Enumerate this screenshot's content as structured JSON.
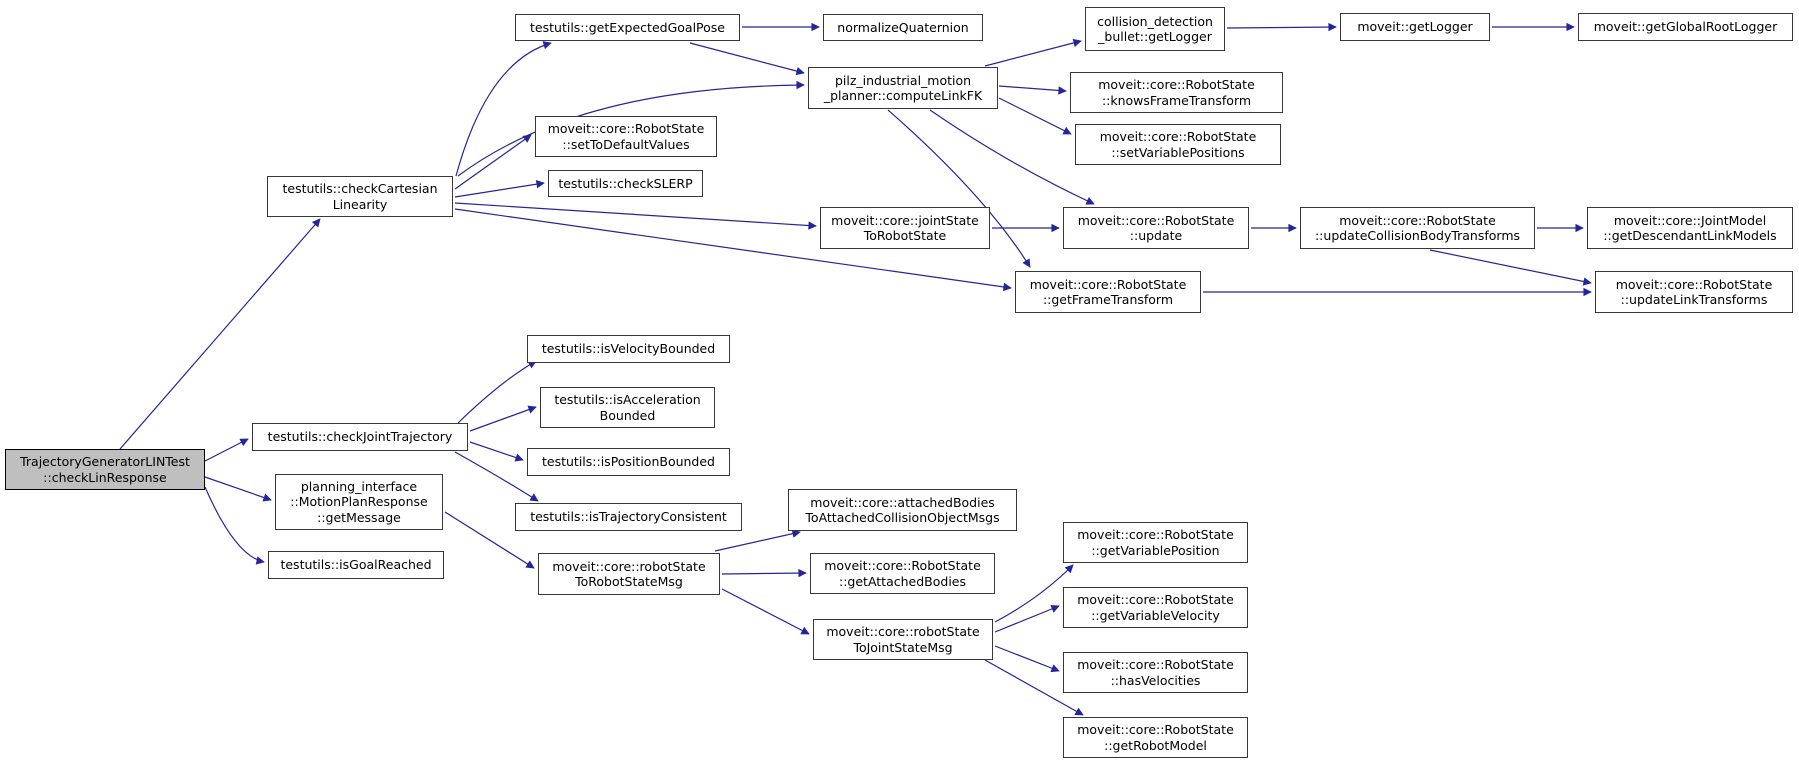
{
  "diagram": {
    "type": "doxygen-call-graph",
    "root_id": "checkLinResponse",
    "colors": {
      "background": "#ffffff",
      "node_fill": "#ffffff",
      "node_border": "#383838",
      "root_fill": "#bfbfbf",
      "root_border": "#000000",
      "edge": "#24249b",
      "text": "#000000"
    },
    "nodes": [
      {
        "id": "checkLinResponse",
        "lines": [
          "TrajectoryGeneratorLINTest",
          "::checkLinResponse"
        ],
        "highlighted": true
      },
      {
        "id": "checkCartesianLinearity",
        "lines": [
          "testutils::checkCartesian",
          "Linearity"
        ]
      },
      {
        "id": "getExpectedGoalPose",
        "lines": [
          "testutils::getExpectedGoalPose"
        ]
      },
      {
        "id": "normalizeQuaternion",
        "lines": [
          "normalizeQuaternion"
        ]
      },
      {
        "id": "computeLinkFK",
        "lines": [
          "pilz_industrial_motion",
          "_planner::computeLinkFK"
        ]
      },
      {
        "id": "setToDefaultValues",
        "lines": [
          "moveit::core::RobotState",
          "::setToDefaultValues"
        ]
      },
      {
        "id": "checkSLERP",
        "lines": [
          "testutils::checkSLERP"
        ]
      },
      {
        "id": "jointStateToRobotState",
        "lines": [
          "moveit::core::jointState",
          "ToRobotState"
        ]
      },
      {
        "id": "bulletGetLogger",
        "lines": [
          "collision_detection",
          "_bullet::getLogger"
        ]
      },
      {
        "id": "getLogger",
        "lines": [
          "moveit::getLogger"
        ]
      },
      {
        "id": "getGlobalRootLogger",
        "lines": [
          "moveit::getGlobalRootLogger"
        ]
      },
      {
        "id": "knowsFrameTransform",
        "lines": [
          "moveit::core::RobotState",
          "::knowsFrameTransform"
        ]
      },
      {
        "id": "setVariablePositions",
        "lines": [
          "moveit::core::RobotState",
          "::setVariablePositions"
        ]
      },
      {
        "id": "update",
        "lines": [
          "moveit::core::RobotState",
          "::update"
        ]
      },
      {
        "id": "updateCollisionBodyTransforms",
        "lines": [
          "moveit::core::RobotState",
          "::updateCollisionBodyTransforms"
        ]
      },
      {
        "id": "getDescendantLinkModels",
        "lines": [
          "moveit::core::JointModel",
          "::getDescendantLinkModels"
        ]
      },
      {
        "id": "updateLinkTransforms",
        "lines": [
          "moveit::core::RobotState",
          "::updateLinkTransforms"
        ]
      },
      {
        "id": "getFrameTransform",
        "lines": [
          "moveit::core::RobotState",
          "::getFrameTransform"
        ]
      },
      {
        "id": "checkJointTrajectory",
        "lines": [
          "testutils::checkJointTrajectory"
        ]
      },
      {
        "id": "isVelocityBounded",
        "lines": [
          "testutils::isVelocityBounded"
        ]
      },
      {
        "id": "isAccelerationBounded",
        "lines": [
          "testutils::isAcceleration",
          "Bounded"
        ]
      },
      {
        "id": "isPositionBounded",
        "lines": [
          "testutils::isPositionBounded"
        ]
      },
      {
        "id": "isTrajectoryConsistent",
        "lines": [
          "testutils::isTrajectoryConsistent"
        ]
      },
      {
        "id": "getMessage",
        "lines": [
          "planning_interface",
          "::MotionPlanResponse",
          "::getMessage"
        ]
      },
      {
        "id": "isGoalReached",
        "lines": [
          "testutils::isGoalReached"
        ]
      },
      {
        "id": "robotStateToRobotStateMsg",
        "lines": [
          "moveit::core::robotState",
          "ToRobotStateMsg"
        ]
      },
      {
        "id": "attachedBodiesToAttachedCollisionObjectMsgs",
        "lines": [
          "moveit::core::attachedBodies",
          "ToAttachedCollisionObjectMsgs"
        ]
      },
      {
        "id": "getAttachedBodies",
        "lines": [
          "moveit::core::RobotState",
          "::getAttachedBodies"
        ]
      },
      {
        "id": "robotStateToJointStateMsg",
        "lines": [
          "moveit::core::robotState",
          "ToJointStateMsg"
        ]
      },
      {
        "id": "getVariablePosition",
        "lines": [
          "moveit::core::RobotState",
          "::getVariablePosition"
        ]
      },
      {
        "id": "getVariableVelocity",
        "lines": [
          "moveit::core::RobotState",
          "::getVariableVelocity"
        ]
      },
      {
        "id": "hasVelocities",
        "lines": [
          "moveit::core::RobotState",
          "::hasVelocities"
        ]
      },
      {
        "id": "getRobotModel",
        "lines": [
          "moveit::core::RobotState",
          "::getRobotModel"
        ]
      }
    ],
    "edges": [
      {
        "from": "checkLinResponse",
        "to": "checkCartesianLinearity"
      },
      {
        "from": "checkLinResponse",
        "to": "checkJointTrajectory"
      },
      {
        "from": "checkLinResponse",
        "to": "getMessage"
      },
      {
        "from": "checkLinResponse",
        "to": "isGoalReached"
      },
      {
        "from": "checkCartesianLinearity",
        "to": "getExpectedGoalPose"
      },
      {
        "from": "checkCartesianLinearity",
        "to": "computeLinkFK"
      },
      {
        "from": "checkCartesianLinearity",
        "to": "setToDefaultValues"
      },
      {
        "from": "checkCartesianLinearity",
        "to": "checkSLERP"
      },
      {
        "from": "checkCartesianLinearity",
        "to": "jointStateToRobotState"
      },
      {
        "from": "checkCartesianLinearity",
        "to": "getFrameTransform"
      },
      {
        "from": "getExpectedGoalPose",
        "to": "normalizeQuaternion"
      },
      {
        "from": "getExpectedGoalPose",
        "to": "computeLinkFK"
      },
      {
        "from": "computeLinkFK",
        "to": "bulletGetLogger"
      },
      {
        "from": "computeLinkFK",
        "to": "knowsFrameTransform"
      },
      {
        "from": "computeLinkFK",
        "to": "setVariablePositions"
      },
      {
        "from": "computeLinkFK",
        "to": "update"
      },
      {
        "from": "computeLinkFK",
        "to": "getFrameTransform"
      },
      {
        "from": "bulletGetLogger",
        "to": "getLogger"
      },
      {
        "from": "getLogger",
        "to": "getGlobalRootLogger"
      },
      {
        "from": "jointStateToRobotState",
        "to": "update"
      },
      {
        "from": "update",
        "to": "updateCollisionBodyTransforms"
      },
      {
        "from": "updateCollisionBodyTransforms",
        "to": "getDescendantLinkModels"
      },
      {
        "from": "updateCollisionBodyTransforms",
        "to": "updateLinkTransforms"
      },
      {
        "from": "getFrameTransform",
        "to": "updateLinkTransforms"
      },
      {
        "from": "checkJointTrajectory",
        "to": "isVelocityBounded"
      },
      {
        "from": "checkJointTrajectory",
        "to": "isAccelerationBounded"
      },
      {
        "from": "checkJointTrajectory",
        "to": "isPositionBounded"
      },
      {
        "from": "checkJointTrajectory",
        "to": "isTrajectoryConsistent"
      },
      {
        "from": "getMessage",
        "to": "robotStateToRobotStateMsg"
      },
      {
        "from": "robotStateToRobotStateMsg",
        "to": "attachedBodiesToAttachedCollisionObjectMsgs"
      },
      {
        "from": "robotStateToRobotStateMsg",
        "to": "getAttachedBodies"
      },
      {
        "from": "robotStateToRobotStateMsg",
        "to": "robotStateToJointStateMsg"
      },
      {
        "from": "robotStateToJointStateMsg",
        "to": "getVariablePosition"
      },
      {
        "from": "robotStateToJointStateMsg",
        "to": "getVariableVelocity"
      },
      {
        "from": "robotStateToJointStateMsg",
        "to": "hasVelocities"
      },
      {
        "from": "robotStateToJointStateMsg",
        "to": "getRobotModel"
      }
    ]
  }
}
